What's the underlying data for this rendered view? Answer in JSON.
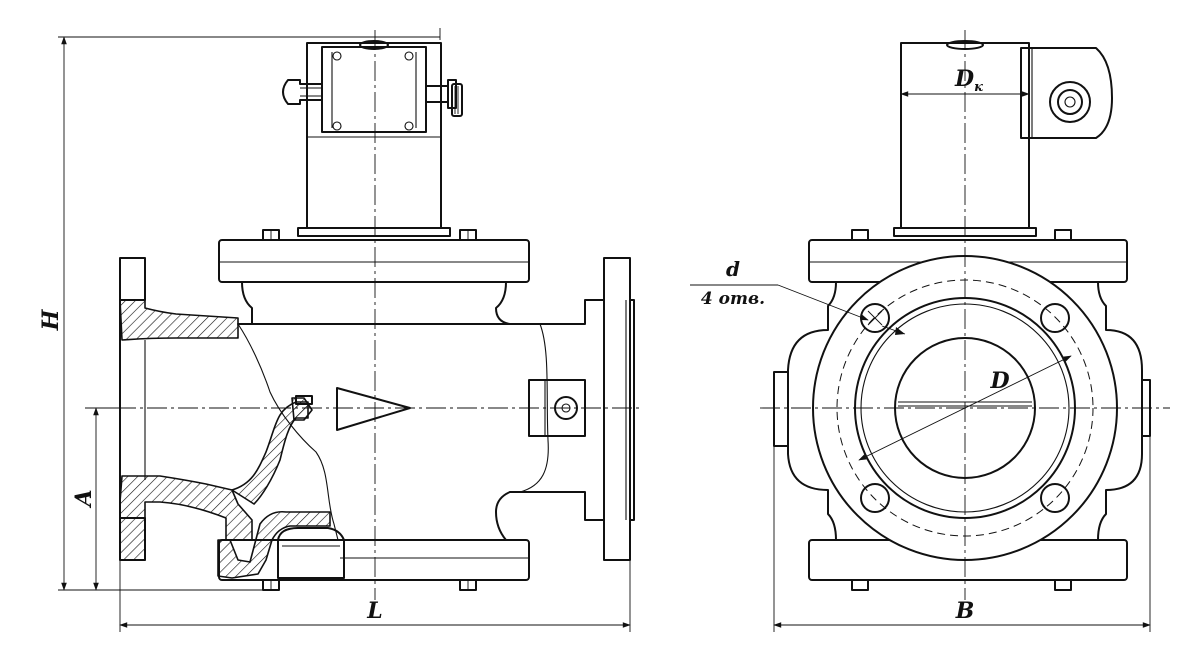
{
  "labels": {
    "H": "H",
    "A": "A",
    "L": "L",
    "B": "B",
    "D": "D",
    "Dk_main": "D",
    "Dk_sub": "к",
    "d": "d",
    "holes": "4 отв."
  }
}
